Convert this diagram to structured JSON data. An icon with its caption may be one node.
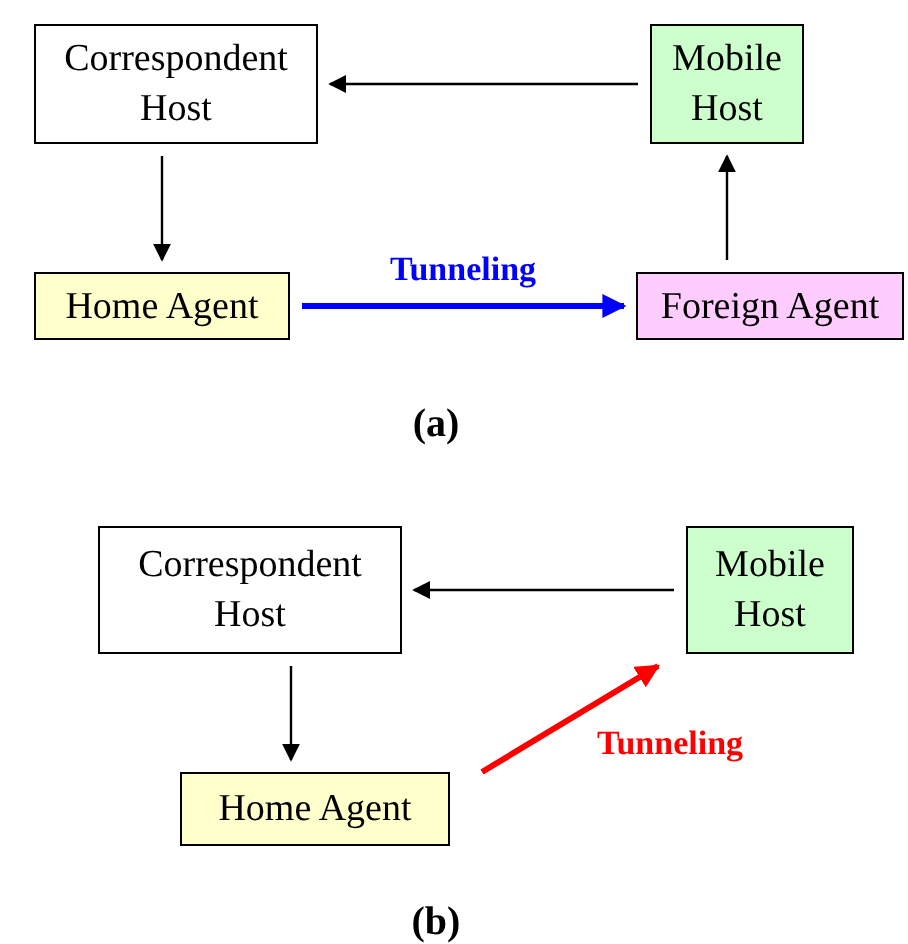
{
  "diagram": {
    "nodes": [
      {
        "text": [
          "Correspondent Host"
        ]
      },
      {
        "text": [
          "Mobile Host"
        ]
      },
      {
        "text": [
          "Home Agent"
        ]
      },
      {
        "text": [
          "Foreign Agent"
        ]
      },
      {
        "text": [
          "Correspondent Host"
        ]
      },
      {
        "text": [
          "Mobile Host"
        ]
      },
      {
        "text": [
          "Home Agent"
        ]
      }
    ],
    "edges": [
      {
        "from": 1,
        "to": 0,
        "arrow": "to"
      },
      {
        "from": 0,
        "to": 2,
        "arrow": "to"
      },
      {
        "from": 2,
        "to": 3,
        "arrow": "to",
        "label": "Tunneling",
        "style": "thick",
        "color": "#0000ff"
      },
      {
        "from": 3,
        "to": 1,
        "arrow": "to"
      },
      {
        "from": 5,
        "to": 4,
        "arrow": "to"
      },
      {
        "from": 4,
        "to": 6,
        "arrow": "to"
      },
      {
        "from": 6,
        "to": 5,
        "arrow": "to",
        "label": "Tunneling",
        "style": "thick",
        "color": "#ff0000"
      }
    ],
    "labels": [
      "(a)",
      "(b)"
    ]
  }
}
